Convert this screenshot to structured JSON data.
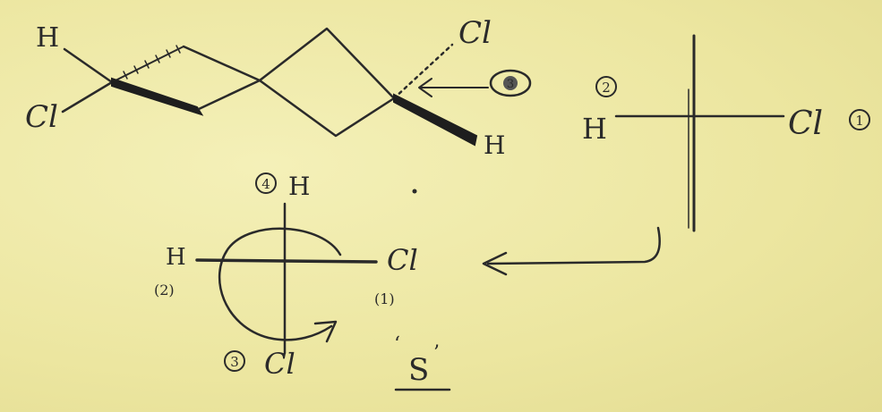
{
  "ring_labels": {
    "h_top_left": "H",
    "cl_left": "Cl",
    "cl_top_right": "Cl",
    "h_right": "H",
    "circled_marker": "3"
  },
  "fischer_projection": {
    "left_group": "H",
    "left_priority": "2",
    "right_group": "Cl",
    "right_priority": "1"
  },
  "newman_like_projection": {
    "top_group": "H",
    "top_priority": "4",
    "left_group": "H",
    "left_priority": "(2)",
    "right_group": "Cl",
    "right_priority": "(1)",
    "bottom_group": "Cl",
    "bottom_priority": "3"
  },
  "configuration_result": "S",
  "colors": {
    "ink": "#2a2a2a",
    "paper": "#efeaa6"
  }
}
